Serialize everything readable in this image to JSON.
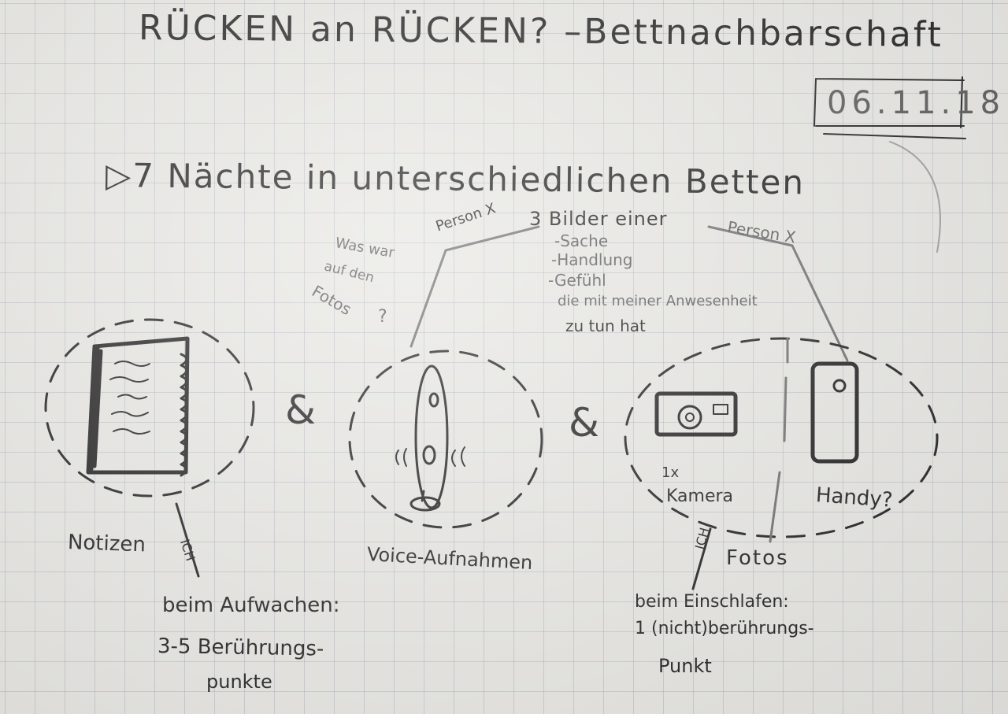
{
  "title": "RÜCKEN an RÜCKEN? –Bettnachbarschaft",
  "date": "06.11.18",
  "section": "▷7 Nächte in unterschiedlichen Betten",
  "bilder_header": "3 Bilder einer",
  "person_left": "Person X",
  "person_right": "Person X",
  "bilder_items": [
    "-Sache",
    "-Handlung",
    "-Gefühl",
    "die mit meiner Anwesenheit",
    "zu tun hat"
  ],
  "question": [
    "Was war",
    "auf den",
    "Fotos",
    "?"
  ],
  "ampersand": "&",
  "labels": {
    "notizen": "Notizen",
    "ich_1": "ICH",
    "voice": "Voice-Aufnahmen",
    "kamera_count": "1x",
    "kamera": "Kamera",
    "handy": "Handy?",
    "ich_2": "ICH",
    "fotos": "Fotos"
  },
  "wake": [
    "beim Aufwachen:",
    "3-5 Berührungs-",
    "punkte"
  ],
  "sleep": [
    "beim Einschlafen:",
    "1 (nicht)berührungs-",
    "Punkt"
  ]
}
